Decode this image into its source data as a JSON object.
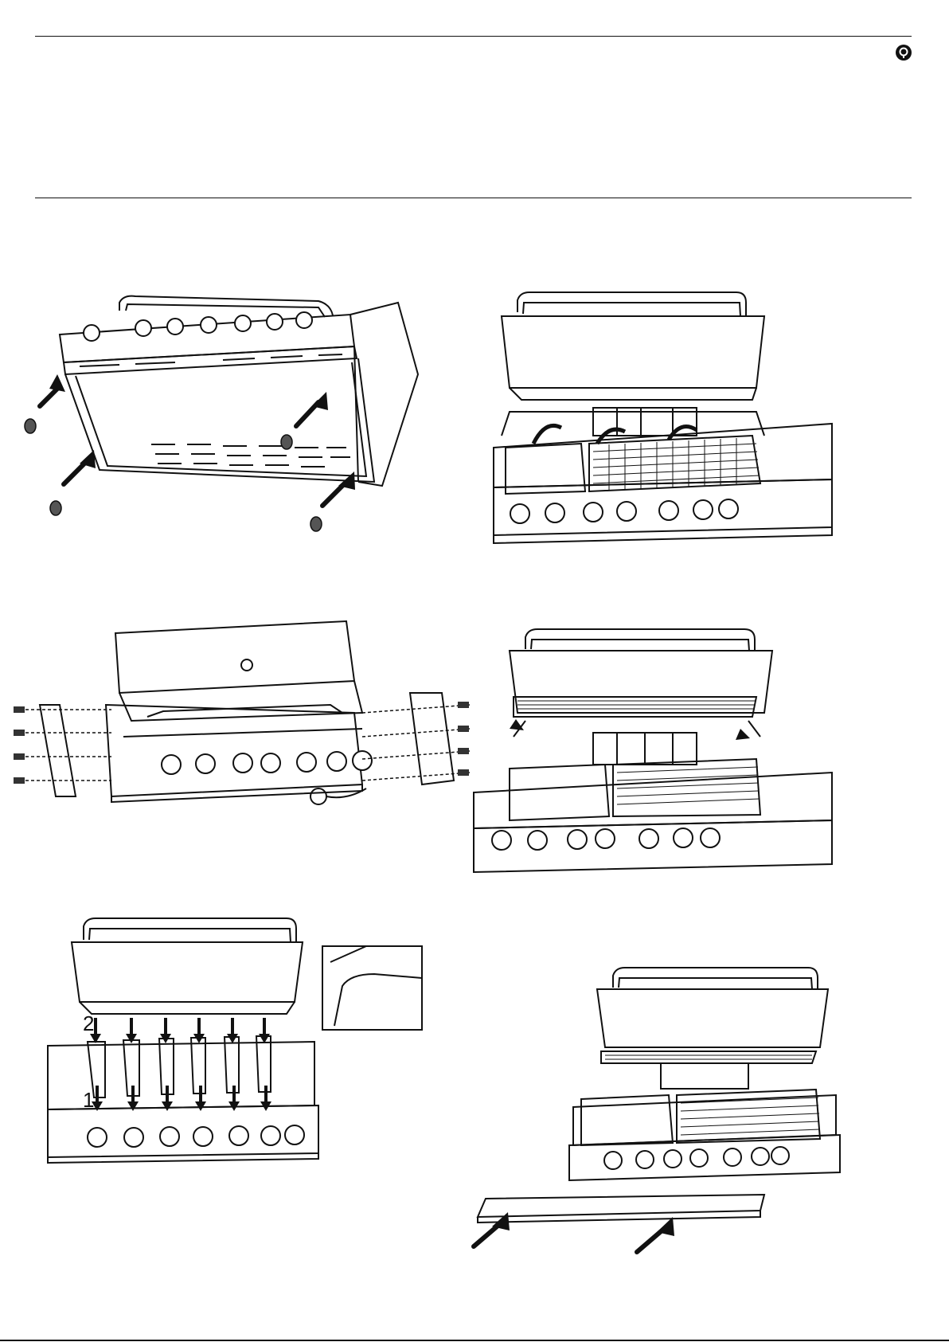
{
  "header": {
    "icon": "gear-badge-icon"
  },
  "figures": [
    {
      "id": "fig-1",
      "icon": "grill-head-feet-arrows"
    },
    {
      "id": "fig-2",
      "icon": "grill-open-lid-grates"
    },
    {
      "id": "fig-3",
      "icon": "grill-side-panels-exploded"
    },
    {
      "id": "fig-4",
      "icon": "grill-warming-rack-insert"
    },
    {
      "id": "fig-5",
      "icon": "grill-heat-tents-insert"
    },
    {
      "id": "fig-6",
      "icon": "grill-grease-tray-insert"
    }
  ],
  "fig5_labels": {
    "step_one": "1",
    "step_two": "2"
  }
}
